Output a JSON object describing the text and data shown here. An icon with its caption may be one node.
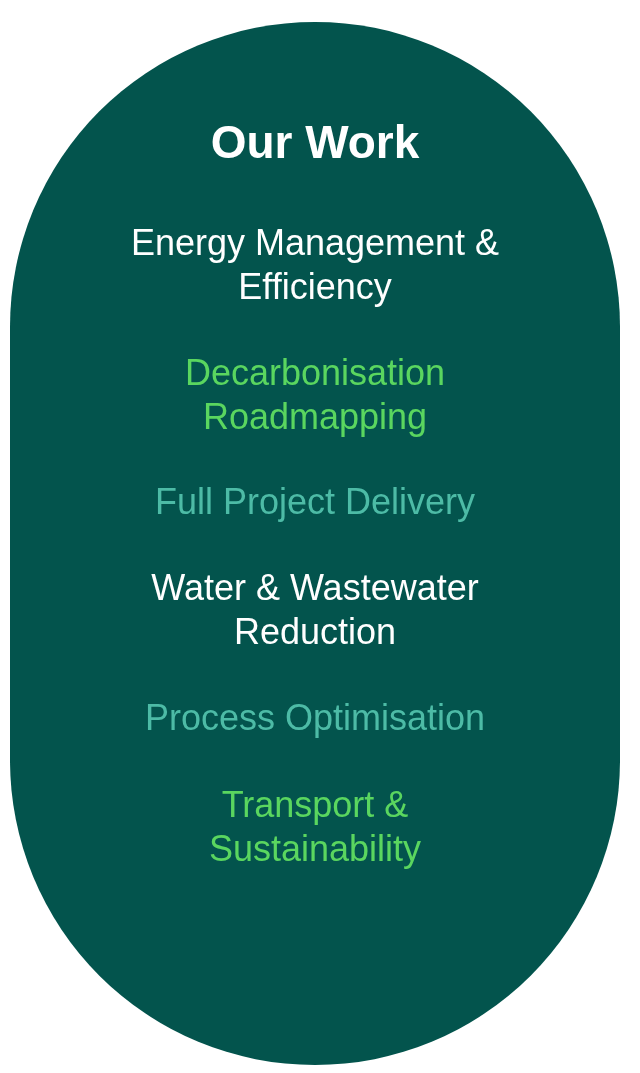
{
  "diagram": {
    "nodes": [
      {
        "text": [
          "Our Work",
          "Energy Management & Efficiency",
          "Decarbonisation Roadmapping",
          "Full Project Delivery",
          "Water & Wastewater Reduction",
          "Process Optimisation",
          "Transport & Sustainability"
        ]
      }
    ]
  }
}
